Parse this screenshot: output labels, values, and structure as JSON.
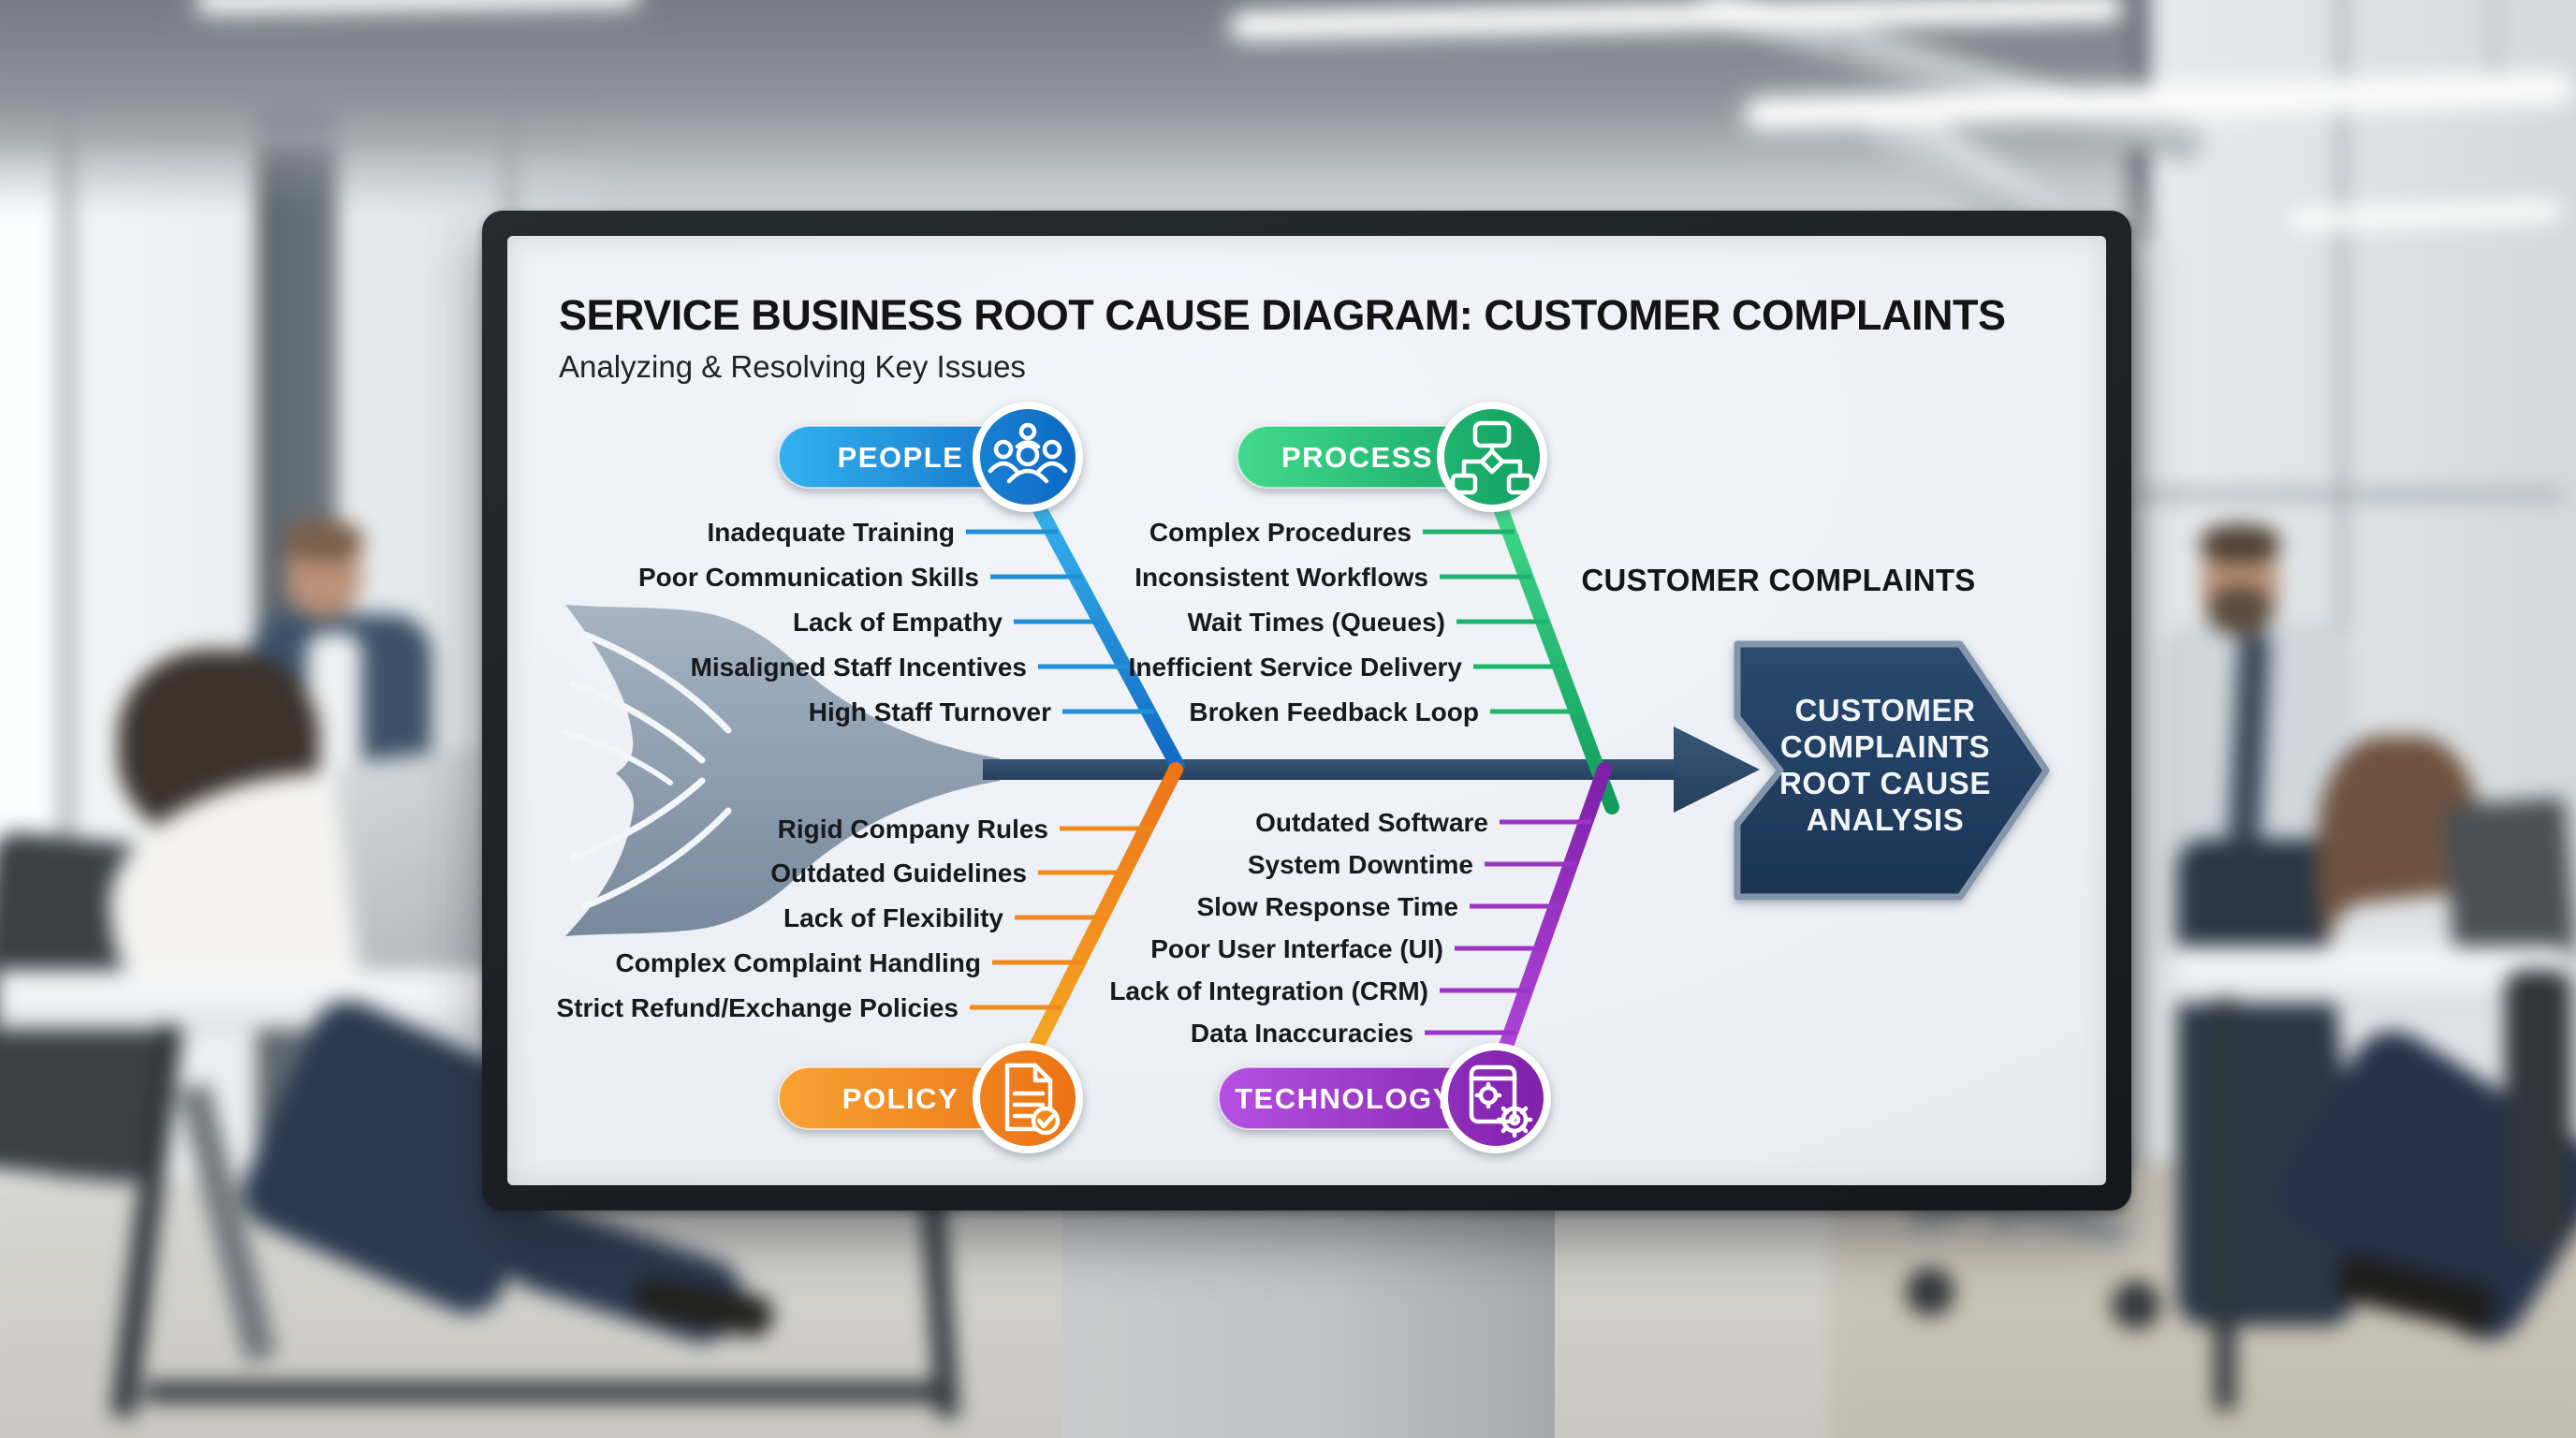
{
  "slide": {
    "title": "SERVICE BUSINESS ROOT CAUSE DIAGRAM: CUSTOMER COMPLAINTS",
    "subtitle": "Analyzing & Resolving Key Issues",
    "effect_label": "CUSTOMER COMPLAINTS",
    "result_box": {
      "lines": [
        "CUSTOMER",
        "COMPLAINTS",
        "ROOT CAUSE",
        "ANALYSIS"
      ]
    },
    "categories": [
      {
        "id": "people",
        "label": "PEOPLE",
        "icon": "team-icon",
        "color_start": "#33b1ee",
        "color_end": "#0c66c2",
        "causes": [
          "Inadequate Training",
          "Poor Communication Skills",
          "Lack of Empathy",
          "Misaligned Staff Incentives",
          "High Staff Turnover"
        ]
      },
      {
        "id": "process",
        "label": "PROCESS",
        "icon": "flowchart-icon",
        "color_start": "#41da8c",
        "color_end": "#0f9e60",
        "causes": [
          "Complex Procedures",
          "Inconsistent Workflows",
          "Wait Times (Queues)",
          "Inefficient Service Delivery",
          "Broken Feedback Loop"
        ]
      },
      {
        "id": "policy",
        "label": "POLICY",
        "icon": "document-check-icon",
        "color_start": "#f6a332",
        "color_end": "#ec7014",
        "causes": [
          "Rigid Company Rules",
          "Outdated Guidelines",
          "Lack of Flexibility",
          "Complex Complaint Handling",
          "Strict Refund/Exchange Policies"
        ]
      },
      {
        "id": "technology",
        "label": "TECHNOLOGY",
        "icon": "software-gears-icon",
        "color_start": "#b550e2",
        "color_end": "#7d1fa8",
        "causes": [
          "Outdated Software",
          "System Downtime",
          "Slow Response Time",
          "Poor User Interface (UI)",
          "Lack of Integration (CRM)",
          "Data Inaccuracies"
        ]
      }
    ],
    "colors": {
      "spine": "#2f4f70",
      "result_fill": "#213d5e",
      "result_border": "#8496ab",
      "tail": "#8b9cb0",
      "slide_bg": "#eef1f5"
    }
  }
}
